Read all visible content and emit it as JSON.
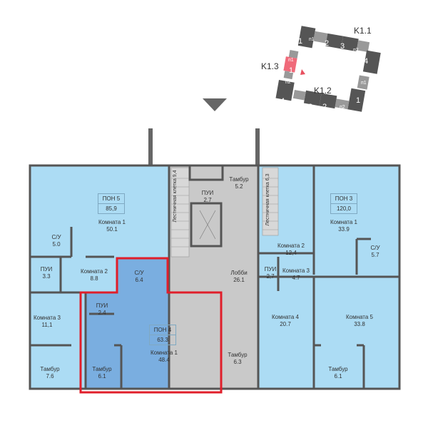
{
  "key_plan": {
    "sections": [
      "K1.1",
      "K1.2",
      "K1.3"
    ],
    "blocks_k11": [
      "1",
      "п1",
      "2",
      "3",
      "п2",
      "4"
    ],
    "blocks_k12": [
      "п1",
      "1",
      "п2",
      "2",
      "3",
      "п3",
      "4"
    ],
    "blocks_k13": [
      "п1",
      "1",
      "п2"
    ],
    "highlight_color": "#f06a7a"
  },
  "colors": {
    "light_unit": "#acdcf4",
    "selected_unit": "#7aaee0",
    "common": "#c9c9c9",
    "wall": "#555555",
    "selection_outline": "#e01e2a"
  },
  "units": {
    "pon5": {
      "name": "ПОН 5",
      "area": "85,9"
    },
    "pon4": {
      "name": "ПОН 4",
      "area": "63.3"
    },
    "pon3": {
      "name": "ПОН 3",
      "area": "120,0"
    }
  },
  "rooms": {
    "p5_room1": {
      "name": "Комната 1",
      "area": "50.1"
    },
    "p5_wc": {
      "name": "С/У",
      "area": "5.0"
    },
    "p5_pui": {
      "name": "ПУИ",
      "area": "3.3"
    },
    "p5_room2": {
      "name": "Комната 2",
      "area": "8.8"
    },
    "p5_room3": {
      "name": "Комната 3",
      "area": "11,1"
    },
    "p5_tambur": {
      "name": "Тамбур",
      "area": "7.6"
    },
    "p4_wc": {
      "name": "С/У",
      "area": "6.4"
    },
    "p4_pui": {
      "name": "ПУИ",
      "area": "2.4"
    },
    "p4_room1": {
      "name": "Комната 1",
      "area": "48.4"
    },
    "p4_tambur": {
      "name": "Тамбур",
      "area": "6.1"
    },
    "stair_left": {
      "name": "Лестничная клетка",
      "area": "9,4"
    },
    "tambur_top": {
      "name": "Тамбур",
      "area": "5.2"
    },
    "pui_center": {
      "name": "ПУИ",
      "area": "2.7"
    },
    "lobby": {
      "name": "Лобби",
      "area": "26.1"
    },
    "tambur_bottom": {
      "name": "Тамбур",
      "area": "6.3"
    },
    "stair_right": {
      "name": "Лестничная клетка",
      "area": "6,3"
    },
    "p3_room1": {
      "name": "Комната 1",
      "area": "33.9"
    },
    "p3_wc": {
      "name": "С/У",
      "area": "5.7"
    },
    "p3_room2": {
      "name": "Комната 2",
      "area": "12,4"
    },
    "p3_pui": {
      "name": "ПУИ",
      "area": "2,7"
    },
    "p3_room3": {
      "name": "Комната 3",
      "area": "4.7"
    },
    "p3_room4": {
      "name": "Комната 4",
      "area": "20.7"
    },
    "p3_room5": {
      "name": "Комната 5",
      "area": "33.8"
    },
    "p3_tambur": {
      "name": "Тамбур",
      "area": "6.1"
    }
  }
}
